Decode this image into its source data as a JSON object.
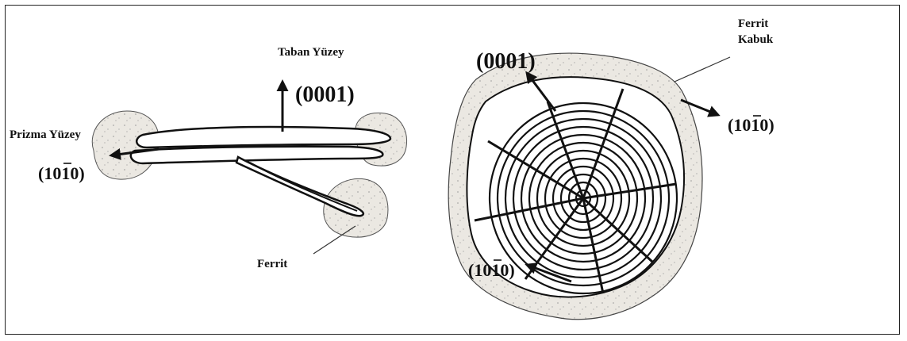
{
  "left_figure": {
    "basal_plane_label": "Taban Yüzey",
    "basal_direction": "(0001)",
    "prism_plane_label": "Prizma Yüzey",
    "prism_direction": "(1010)",
    "prism_direction_overbar_digit": "1",
    "ferrite_label": "Ferrit"
  },
  "right_figure": {
    "basal_direction": "(0001)",
    "ferrite_shell_label_line1": "Ferrit",
    "ferrite_shell_label_line2": "Kabuk",
    "prism_direction_right": "(1010)",
    "prism_direction_bottom": "(1010)"
  },
  "colors": {
    "ink": "#111111",
    "ferrite_fill": "#e9e6df",
    "background": "#ffffff"
  }
}
